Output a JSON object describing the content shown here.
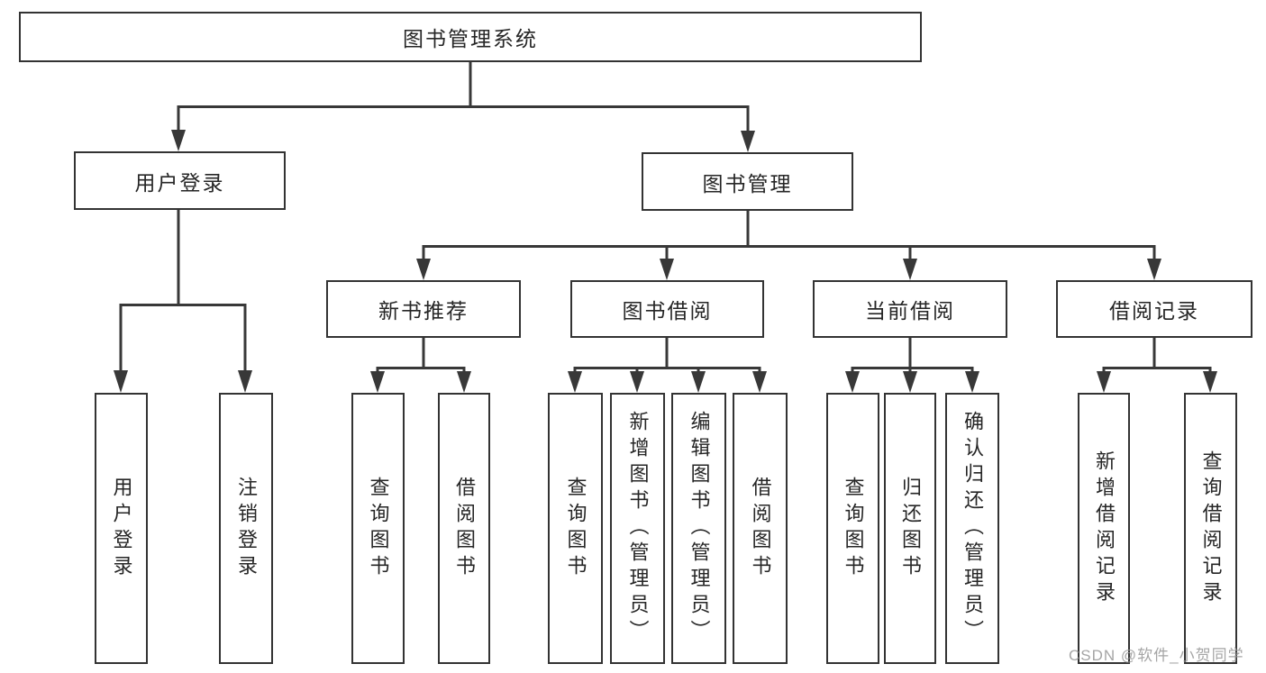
{
  "tree": {
    "root": "图书管理系统",
    "level2": [
      {
        "label": "用户登录",
        "children": [
          "用户登录",
          "注销登录"
        ]
      },
      {
        "label": "图书管理",
        "children": [
          {
            "label": "新书推荐",
            "children": [
              "查询图书",
              "借阅图书"
            ]
          },
          {
            "label": "图书借阅",
            "children": [
              "查询图书",
              "新增图书（管理员）",
              "编辑图书（管理员）",
              "借阅图书"
            ]
          },
          {
            "label": "当前借阅",
            "children": [
              "查询图书",
              "归还图书",
              "确认归还（管理员）"
            ]
          },
          {
            "label": "借阅记录",
            "children": [
              "新增借阅记录",
              "查询借阅记录"
            ]
          }
        ]
      }
    ]
  },
  "watermark": "CSDN @软件_小贺同学",
  "colors": {
    "line": "#383838",
    "border": "#333333",
    "text": "#262626",
    "background": "#ffffff",
    "watermark": "#989898"
  }
}
